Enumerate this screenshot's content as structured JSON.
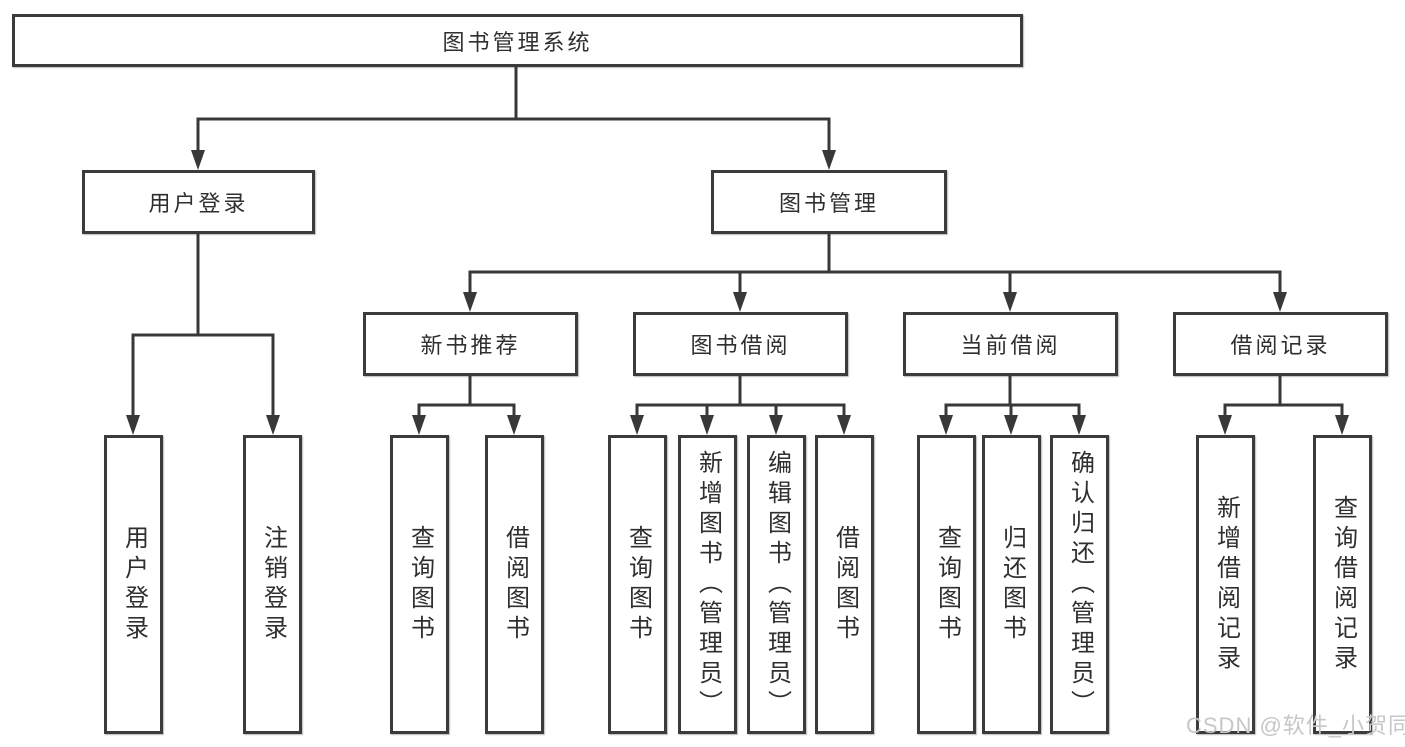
{
  "diagram": {
    "root": {
      "label": "图书管理系统"
    },
    "level2": [
      {
        "label": "用户登录"
      },
      {
        "label": "图书管理"
      }
    ],
    "level3": [
      {
        "label": "新书推荐"
      },
      {
        "label": "图书借阅"
      },
      {
        "label": "当前借阅"
      },
      {
        "label": "借阅记录"
      }
    ],
    "leaves": {
      "user_login": [
        {
          "label": "用户登录"
        },
        {
          "label": "注销登录"
        }
      ],
      "new_books": [
        {
          "label": "查询图书"
        },
        {
          "label": "借阅图书"
        }
      ],
      "book_borrow": [
        {
          "label": "查询图书"
        },
        {
          "label": "新增图书（管理员）"
        },
        {
          "label": "编辑图书（管理员）"
        },
        {
          "label": "借阅图书"
        }
      ],
      "current_borrow": [
        {
          "label": "查询图书"
        },
        {
          "label": "归还图书"
        },
        {
          "label": "确认归还（管理员）"
        }
      ],
      "borrow_records": [
        {
          "label": "新增借阅记录"
        },
        {
          "label": "查询借阅记录"
        }
      ]
    }
  },
  "watermark": {
    "text": "CSDN @软件_小贺同学"
  },
  "colors": {
    "line": "#383838",
    "box_border": "#3b3b3b",
    "text": "#2f2f2f",
    "background": "#ffffff",
    "watermark": "#c7c7c9"
  }
}
